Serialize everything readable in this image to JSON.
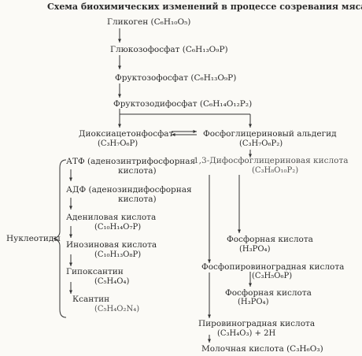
{
  "title": "Схема биохимических изменений в процессе созревания мяса",
  "main_chain": [
    "Гликоген (C₆H₁₀O₅)",
    "Глюкозофосфат (C₆H₁₃O₉P)",
    "Фруктозофосфат (C₆H₁₃O₉P)",
    "Фруктозодифосфат (C₆H₁₄O₁₂P₂)"
  ],
  "branch_left": {
    "name": "Диоксиацетонфосфат",
    "formula": "(C₃H₇O₆P)"
  },
  "branch_right": {
    "name": "Фосфоглицериновый альдегид",
    "formula": "(C₃H₇O₆P₂)"
  },
  "nucleotides_label": "Нуклеотиды",
  "nucleotides": [
    {
      "name": "АТФ (аденозинтрифосфорная",
      "formula": "кислота)"
    },
    {
      "name": "АДФ (аденозиндифосфорная",
      "formula": "кислота)"
    },
    {
      "name": "Адениловая кислота",
      "formula": "(C₁₀H₁₄O₇P)"
    },
    {
      "name": "Инозиновая кислота",
      "formula": "(C₁₀H₁₃O₈P)"
    },
    {
      "name": "Гипоксантин",
      "formula": "(C₅H₄O₄)"
    },
    {
      "name": "Ксантин",
      "formula": "(C₅H₄O₂N₄)"
    }
  ],
  "right_chain": [
    {
      "name": "1,3-Дифосфоглицериновая кислота",
      "formula": "(C₃H₈O₁₀P₂)"
    },
    {
      "name": "Фосфорная кислота",
      "formula": "(H₃PO₄)"
    },
    {
      "name": "Фосфопировиноградная кислота",
      "formula": "(C₃H₅O₆P)"
    },
    {
      "name": "Фосфорная кислота",
      "formula": "(H₃PO₄)"
    },
    {
      "name": "Пировиноградная кислота",
      "formula": "(C₃H₄O₃) + 2H"
    },
    {
      "name": "Молочная кислота (C₃H₆O₃)",
      "formula": ""
    }
  ]
}
